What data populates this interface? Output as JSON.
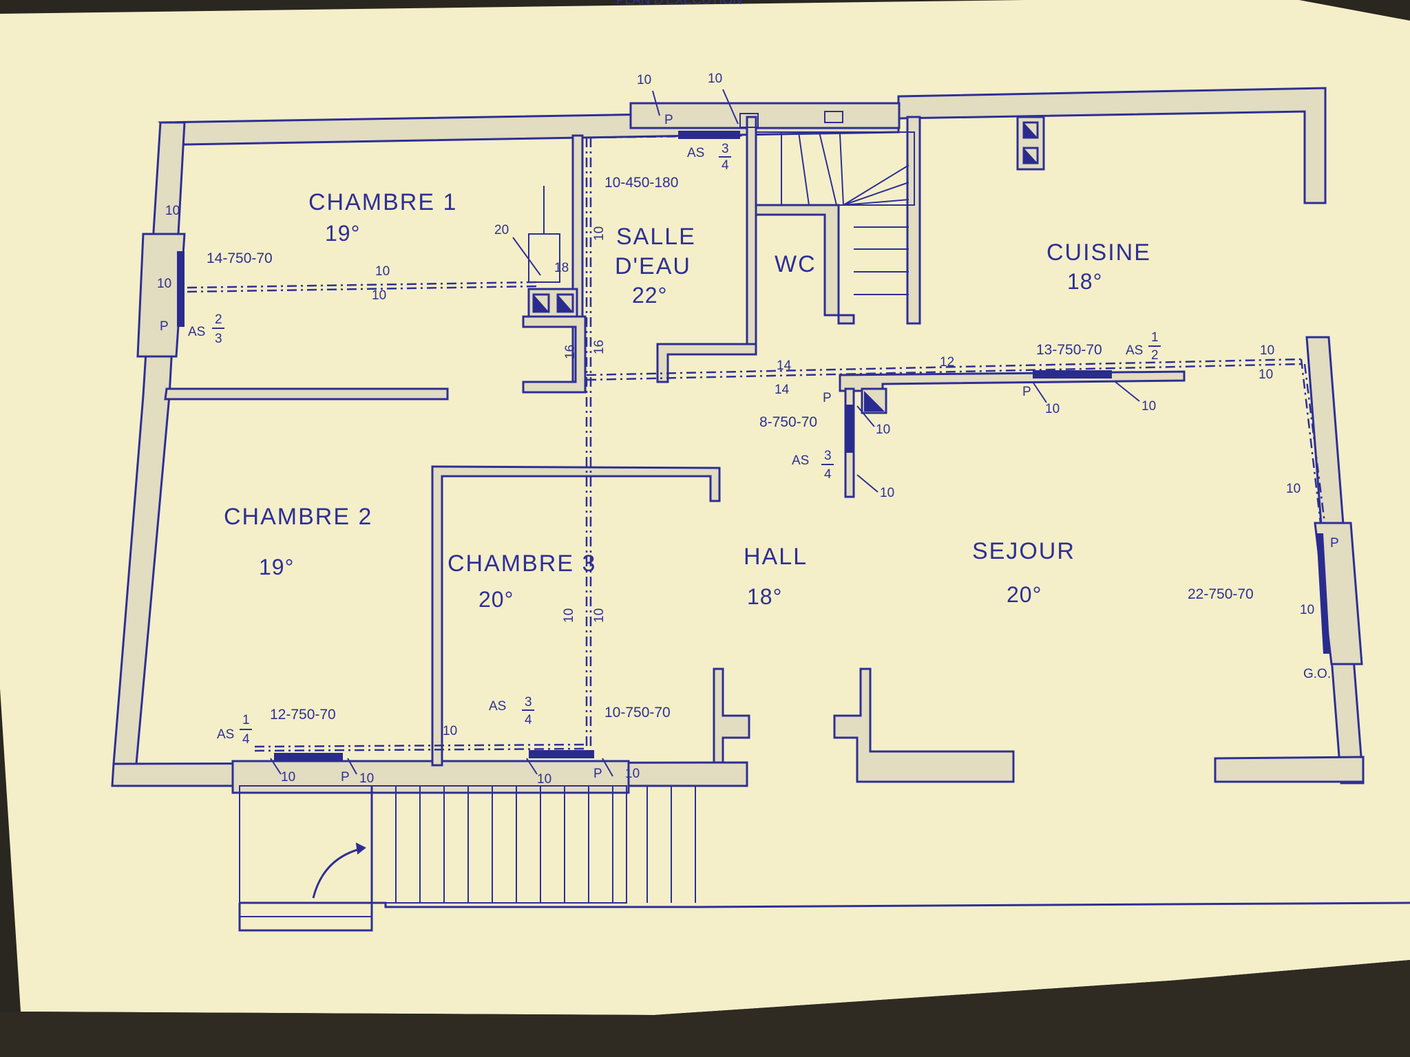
{
  "header": {
    "title_fragment": "PLAN D'EXECUTION"
  },
  "rooms": {
    "chambre1": {
      "name": "CHAMBRE 1",
      "temp": "19°"
    },
    "chambre2": {
      "name": "CHAMBRE 2",
      "temp": "19°"
    },
    "chambre3": {
      "name": "CHAMBRE 3",
      "temp": "20°"
    },
    "salle_eau_l1": "SALLE",
    "salle_eau_l2": "D'EAU",
    "salle_eau_temp": "22°",
    "wc": "WC",
    "cuisine": {
      "name": "CUISINE",
      "temp": "18°"
    },
    "hall": {
      "name": "HALL",
      "temp": "18°"
    },
    "sejour": {
      "name": "SEJOUR",
      "temp": "20°"
    }
  },
  "radiators": {
    "chambre1": {
      "spec": "14-750-70",
      "valve": "AS",
      "fraction_num": "2",
      "fraction_den": "3"
    },
    "salle_eau": {
      "spec": "10-450-180",
      "valve": "AS",
      "fraction_num": "3",
      "fraction_den": "4"
    },
    "cuisine": {
      "spec": "13-750-70",
      "valve": "AS",
      "fraction_num": "1",
      "fraction_den": "2"
    },
    "hall": {
      "spec": "8-750-70",
      "valve": "AS",
      "fraction_num": "3",
      "fraction_den": "4"
    },
    "sejour": {
      "spec": "22-750-70",
      "extra": "G.O."
    },
    "chambre2": {
      "spec": "12-750-70",
      "valve": "AS",
      "fraction_num": "1",
      "fraction_den": "4"
    },
    "chambre3": {
      "spec": "10-750-70",
      "valve": "AS",
      "fraction_num": "3",
      "fraction_den": "4"
    }
  },
  "pipes": {
    "d10": "10",
    "d12": "12",
    "d14": "14",
    "d16": "16",
    "d18": "18",
    "d20": "20",
    "purge": "P"
  }
}
